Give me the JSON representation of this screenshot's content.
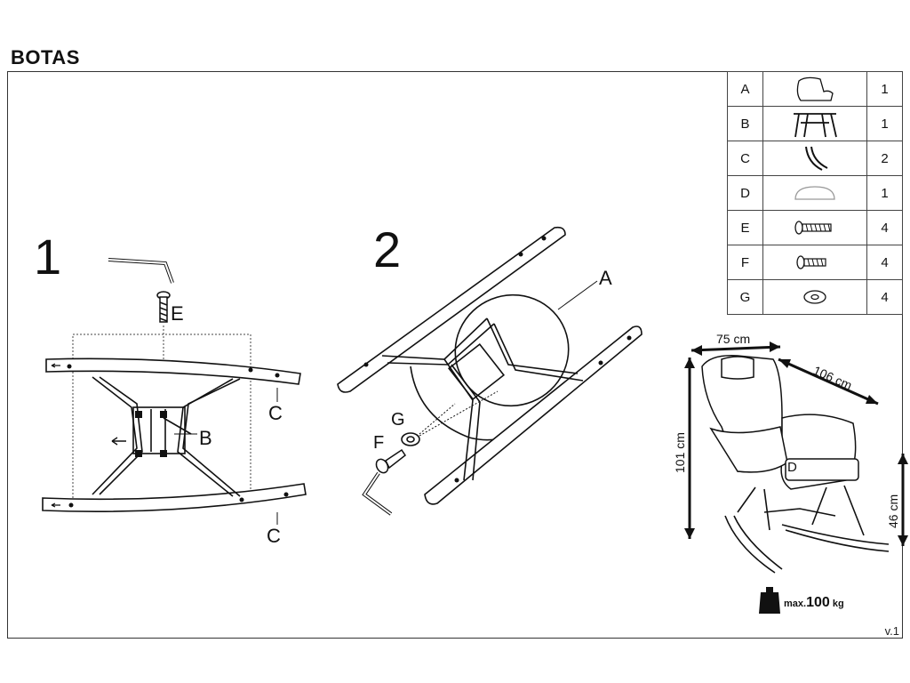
{
  "title": "BOTAS",
  "version": "v.1",
  "parts": [
    {
      "letter": "A",
      "icon": "seat-shell-icon",
      "qty": "1"
    },
    {
      "letter": "B",
      "icon": "base-frame-icon",
      "qty": "1"
    },
    {
      "letter": "C",
      "icon": "rocker-runners-icon",
      "qty": "2"
    },
    {
      "letter": "D",
      "icon": "seat-cushion-icon",
      "qty": "1"
    },
    {
      "letter": "E",
      "icon": "long-bolt-icon",
      "qty": "4"
    },
    {
      "letter": "F",
      "icon": "short-bolt-icon",
      "qty": "4"
    },
    {
      "letter": "G",
      "icon": "washer-icon",
      "qty": "4"
    }
  ],
  "steps": {
    "step1": {
      "number": "1",
      "label_e": "E",
      "label_b": "B",
      "label_c1": "C",
      "label_c2": "C"
    },
    "step2": {
      "number": "2",
      "label_a": "A",
      "label_g": "G",
      "label_f": "F"
    }
  },
  "dimensions": {
    "width": "75 cm",
    "depth": "106 cm",
    "height": "101 cm",
    "seat_height": "46 cm",
    "cushion_label": "D"
  },
  "max_load": {
    "prefix": "max.",
    "value": "100",
    "unit": "kg"
  }
}
